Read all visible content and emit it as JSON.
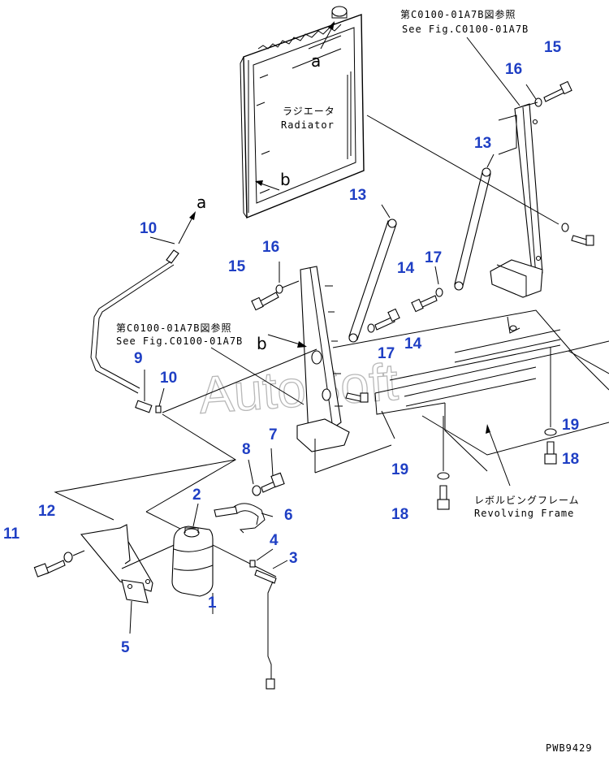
{
  "callouts": [
    {
      "n": "1"
    },
    {
      "n": "2"
    },
    {
      "n": "3"
    },
    {
      "n": "4"
    },
    {
      "n": "5"
    },
    {
      "n": "6"
    },
    {
      "n": "7"
    },
    {
      "n": "8"
    },
    {
      "n": "9"
    },
    {
      "n": "10"
    },
    {
      "n": "10"
    },
    {
      "n": "11"
    },
    {
      "n": "12"
    },
    {
      "n": "13"
    },
    {
      "n": "13"
    },
    {
      "n": "14"
    },
    {
      "n": "14"
    },
    {
      "n": "15"
    },
    {
      "n": "15"
    },
    {
      "n": "16"
    },
    {
      "n": "16"
    },
    {
      "n": "17"
    },
    {
      "n": "17"
    },
    {
      "n": "18"
    },
    {
      "n": "18"
    },
    {
      "n": "19"
    },
    {
      "n": "19"
    }
  ],
  "refs": {
    "top_jp": "第C0100-01A7B図参照",
    "top_en": "See Fig.C0100-01A7B",
    "mid_jp": "第C0100-01A7B図参照",
    "mid_en": "See Fig.C0100-01A7B"
  },
  "radiator": {
    "jp": "ラジエータ",
    "en": "Radiator"
  },
  "frame": {
    "jp": "レボルビングフレーム",
    "en": "Revolving Frame"
  },
  "letters": {
    "a": "a",
    "b": "b"
  },
  "watermark": "AutoSoft",
  "figure_code": "PWB9429",
  "colors": {
    "callout": "#1f3fc4",
    "line": "#000000",
    "watermark": "#b8b8b8"
  }
}
